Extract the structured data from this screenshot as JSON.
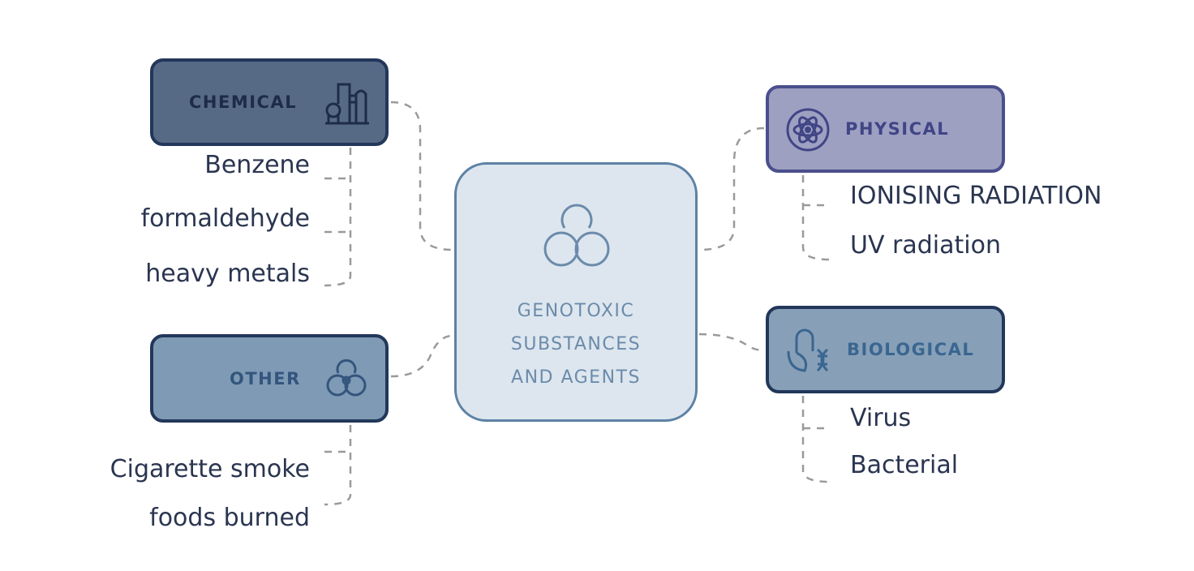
{
  "center": {
    "lines": [
      "GENOTOXIC",
      "SUBSTANCES",
      "AND AGENTS"
    ],
    "icon": "biohazard-icon"
  },
  "categories": {
    "chemical": {
      "label": "CHEMICAL",
      "icon": "factory-icon",
      "items": [
        "Benzene",
        "formaldehyde",
        "heavy metals"
      ]
    },
    "physical": {
      "label": "PHYSICAL",
      "icon": "atom-icon",
      "items": [
        "IONISING RADIATION",
        "UV radiation"
      ]
    },
    "other": {
      "label": "OTHER",
      "icon": "biohazard-icon",
      "items": [
        "Cigarette smoke",
        "foods burned"
      ]
    },
    "biological": {
      "label": "BIOLOGICAL",
      "icon": "microbe-dna-icon",
      "items": [
        "Virus",
        "Bacterial"
      ]
    }
  },
  "colors": {
    "chemical": "#566a86",
    "physical": "#9ea0c2",
    "other": "#7f9ab5",
    "biological": "#87a0b8",
    "center": "#dde6ee"
  }
}
